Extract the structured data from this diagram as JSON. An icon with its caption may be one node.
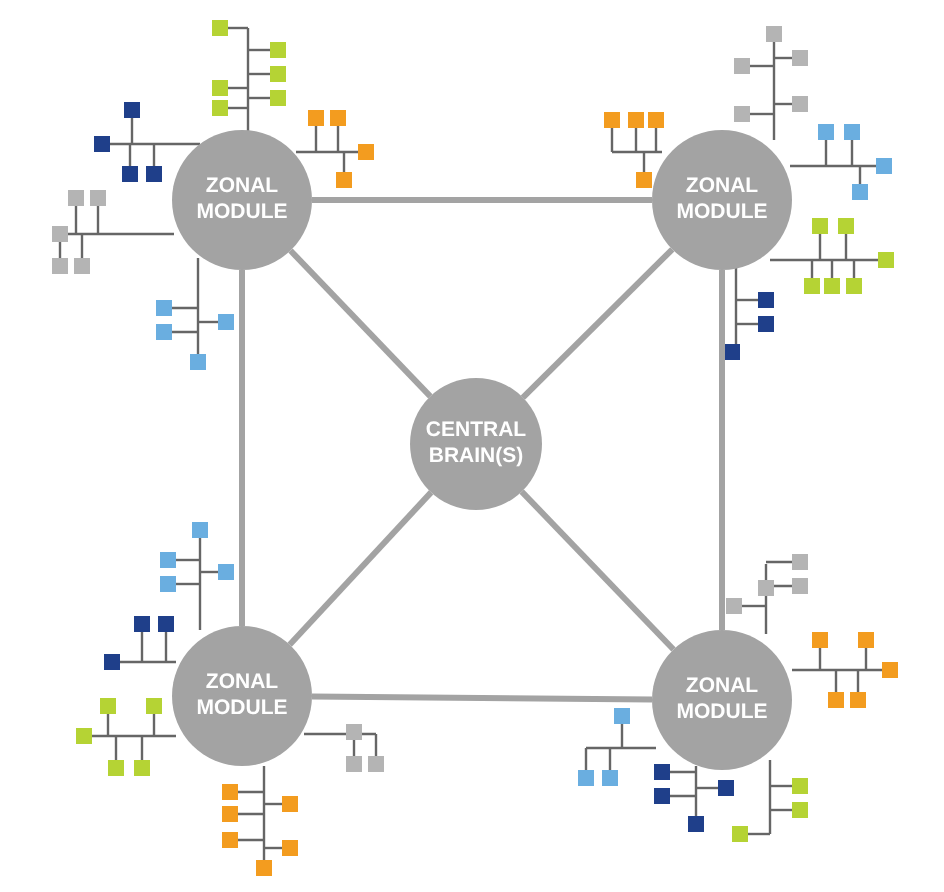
{
  "diagram": {
    "nodes": [
      {
        "text": [
          "ZONAL MODULE"
        ]
      },
      {
        "text": [
          "ZONAL MODULE"
        ]
      },
      {
        "text": [
          "CENTRAL BRAIN(S)"
        ]
      },
      {
        "text": [
          "ZONAL MODULE"
        ]
      },
      {
        "text": [
          "ZONAL MODULE"
        ]
      }
    ],
    "edges": [
      {
        "from": 0,
        "to": 1,
        "arrow": "none"
      },
      {
        "from": 0,
        "to": 3,
        "arrow": "none"
      },
      {
        "from": 1,
        "to": 4,
        "arrow": "none"
      },
      {
        "from": 3,
        "to": 4,
        "arrow": "none"
      },
      {
        "from": 2,
        "to": 0,
        "arrow": "none"
      },
      {
        "from": 2,
        "to": 1,
        "arrow": "none"
      },
      {
        "from": 2,
        "to": 3,
        "arrow": "none"
      },
      {
        "from": 2,
        "to": 4,
        "arrow": "none"
      }
    ]
  }
}
